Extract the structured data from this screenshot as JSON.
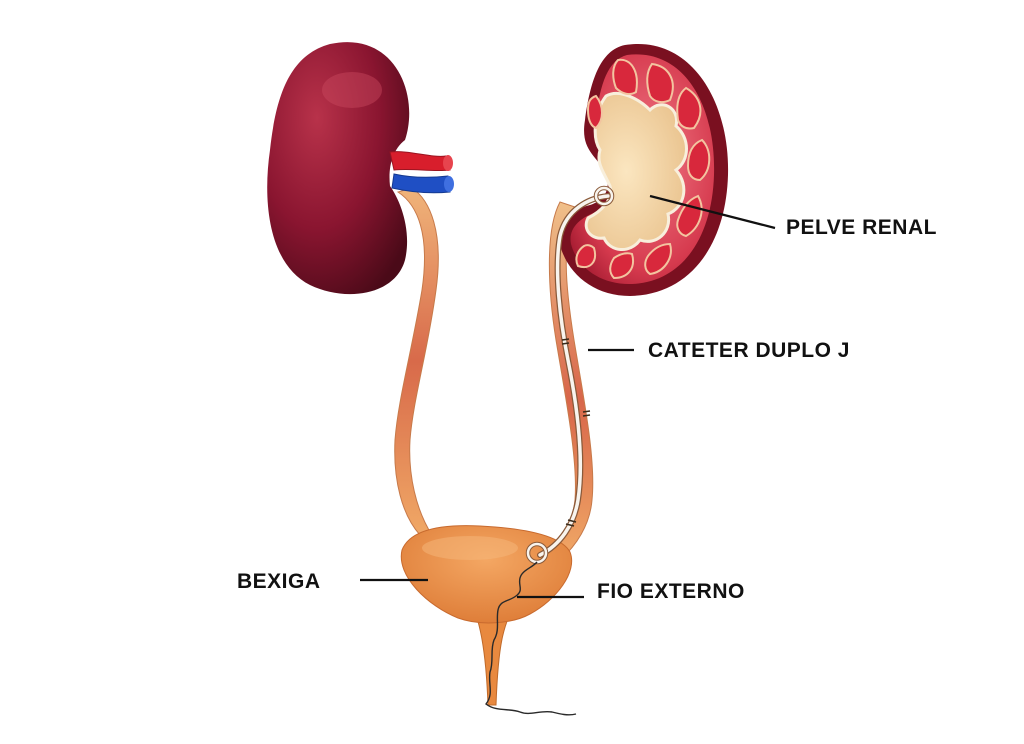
{
  "labels": {
    "pelve_renal": "PELVE RENAL",
    "cateter_duplo_j": "CATETER DUPLO J",
    "bexiga": "BEXIGA",
    "fio_externo": "FIO EXTERNO"
  },
  "colors": {
    "kidney_exterior": "#8a1530",
    "kidney_cortex": "#c8273c",
    "kidney_medulla": "#e85a6a",
    "renal_pelvis": "#f3d7a6",
    "artery": "#d81e2c",
    "vein": "#1f4fc4",
    "ureter": "#e3a060",
    "bladder": "#e8893f",
    "catheter": "#f8f4ee",
    "leader_line": "#111111"
  }
}
